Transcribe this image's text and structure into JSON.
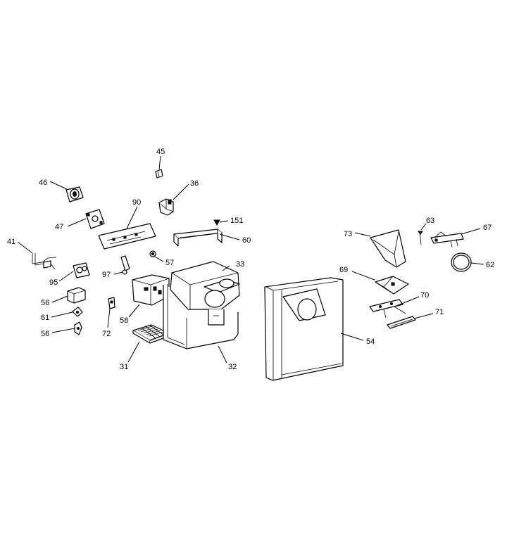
{
  "callouts": {
    "c45": "45",
    "c36": "36",
    "c46": "46",
    "c90": "90",
    "c151": "151",
    "c47": "47",
    "c60": "60",
    "c41": "41",
    "c57": "57",
    "c33": "33",
    "c97": "97",
    "c95": "95",
    "c56a": "56",
    "c58": "58",
    "c61": "61",
    "c56b": "56",
    "c72": "72",
    "c31": "31",
    "c32": "32",
    "c54": "54",
    "c63": "63",
    "c67": "67",
    "c73": "73",
    "c62": "62",
    "c69": "69",
    "c70": "70",
    "c71": "71"
  }
}
